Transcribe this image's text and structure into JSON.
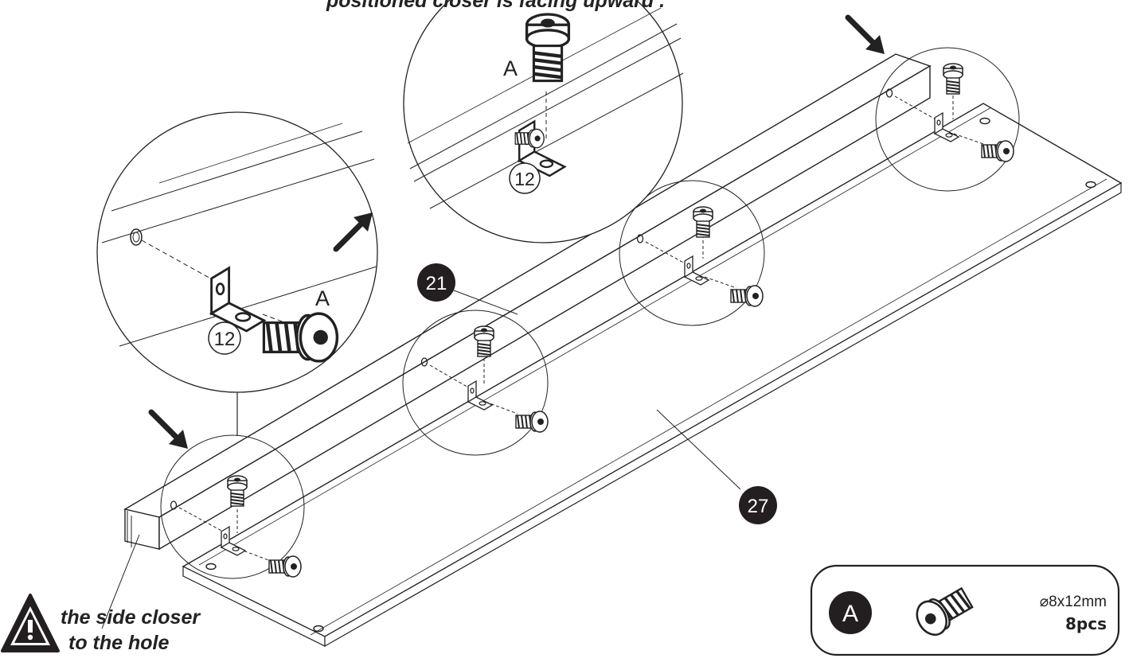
{
  "header_fragment": "positioned closer is facing upward .",
  "part_labels": {
    "panel_21": "21",
    "panel_27": "27"
  },
  "callouts": {
    "bracket_12": "12",
    "screw_letter": "A"
  },
  "warning": {
    "line1": "the side closer",
    "line2": "to the hole",
    "icon": "warning-triangle-icon"
  },
  "hardware_box": {
    "letter": "A",
    "size": "⌀8x12mm",
    "quantity": "8pcs",
    "icon": "screw-icon"
  }
}
